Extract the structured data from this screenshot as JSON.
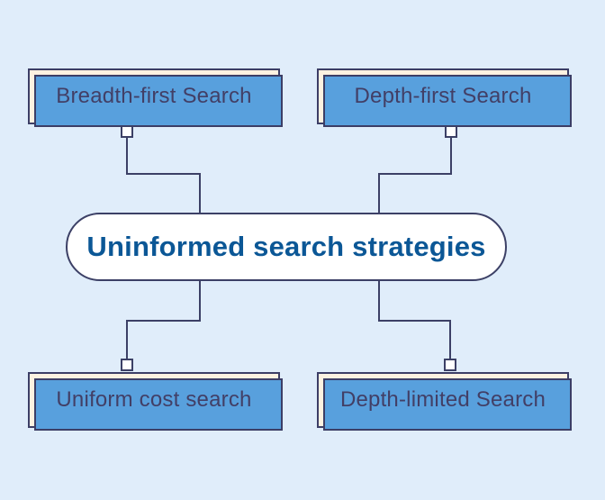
{
  "diagram": {
    "center": {
      "title": "Uninformed search strategies"
    },
    "nodes": [
      {
        "id": "breadth-first-search",
        "label": "Breadth-first Search",
        "position": "top-left"
      },
      {
        "id": "depth-first-search",
        "label": "Depth-first Search",
        "position": "top-right"
      },
      {
        "id": "uniform-cost-search",
        "label": "Uniform cost search",
        "position": "bottom-left"
      },
      {
        "id": "depth-limited-search",
        "label": "Depth-limited Search",
        "position": "bottom-right"
      }
    ],
    "colors": {
      "background": "#e0edfa",
      "node_fill": "#fdf2e1",
      "node_border": "#3c3e66",
      "node_shadow": "#58a0dd",
      "node_text": "#423f66",
      "center_fill": "#ffffff",
      "center_border": "#3c4066",
      "center_text": "#0b5796",
      "connector_line": "#3c4066",
      "port_fill": "#ffffff"
    }
  }
}
